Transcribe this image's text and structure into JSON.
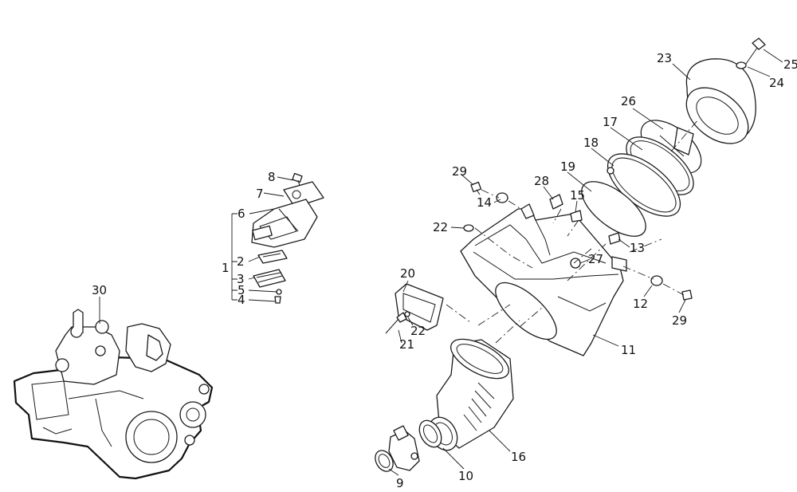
{
  "callouts": {
    "c1": "1",
    "c2": "2",
    "c3": "3",
    "c4": "4",
    "c5": "5",
    "c6": "6",
    "c7": "7",
    "c8": "8",
    "c9": "9",
    "c10": "10",
    "c11": "11",
    "c12": "12",
    "c13": "13",
    "c14": "14",
    "c15": "15",
    "c16": "16",
    "c17": "17",
    "c18": "18",
    "c19": "19",
    "c20": "20",
    "c21": "21",
    "c22a": "22",
    "c22b": "22",
    "c23": "23",
    "c24": "24",
    "c25": "25",
    "c26": "26",
    "c27": "27",
    "c28": "28",
    "c29a": "29",
    "c29b": "29",
    "c30": "30"
  }
}
